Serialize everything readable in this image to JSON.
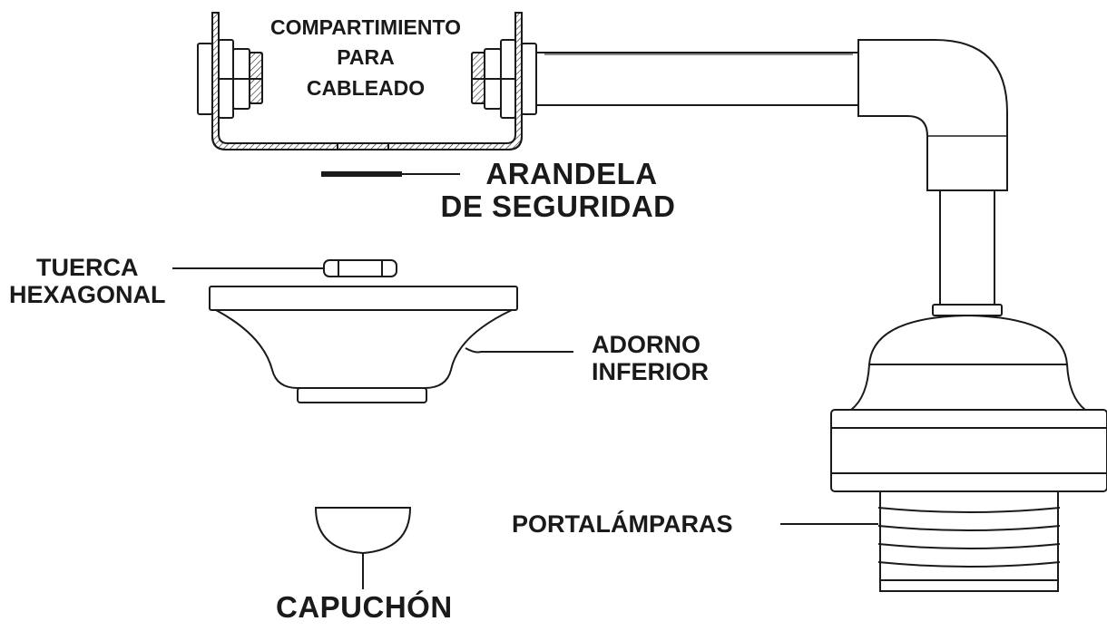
{
  "labels": {
    "wiring_compartment": [
      "COMPARTIMIENTO",
      "PARA",
      "CABLEADO"
    ],
    "lock_washer": [
      "ARANDELA",
      "DE SEGURIDAD"
    ],
    "hex_nut": [
      "TUERCA",
      "HEXAGONAL"
    ],
    "lower_trim": [
      "ADORNO",
      "INFERIOR"
    ],
    "cap": [
      "CAPUCHÓN"
    ],
    "lampholder": [
      "PORTALÁMPARAS"
    ]
  },
  "colors": {
    "line": "#1a1a1a",
    "fill": "#ffffff",
    "hatch": "#1a1a1a"
  }
}
